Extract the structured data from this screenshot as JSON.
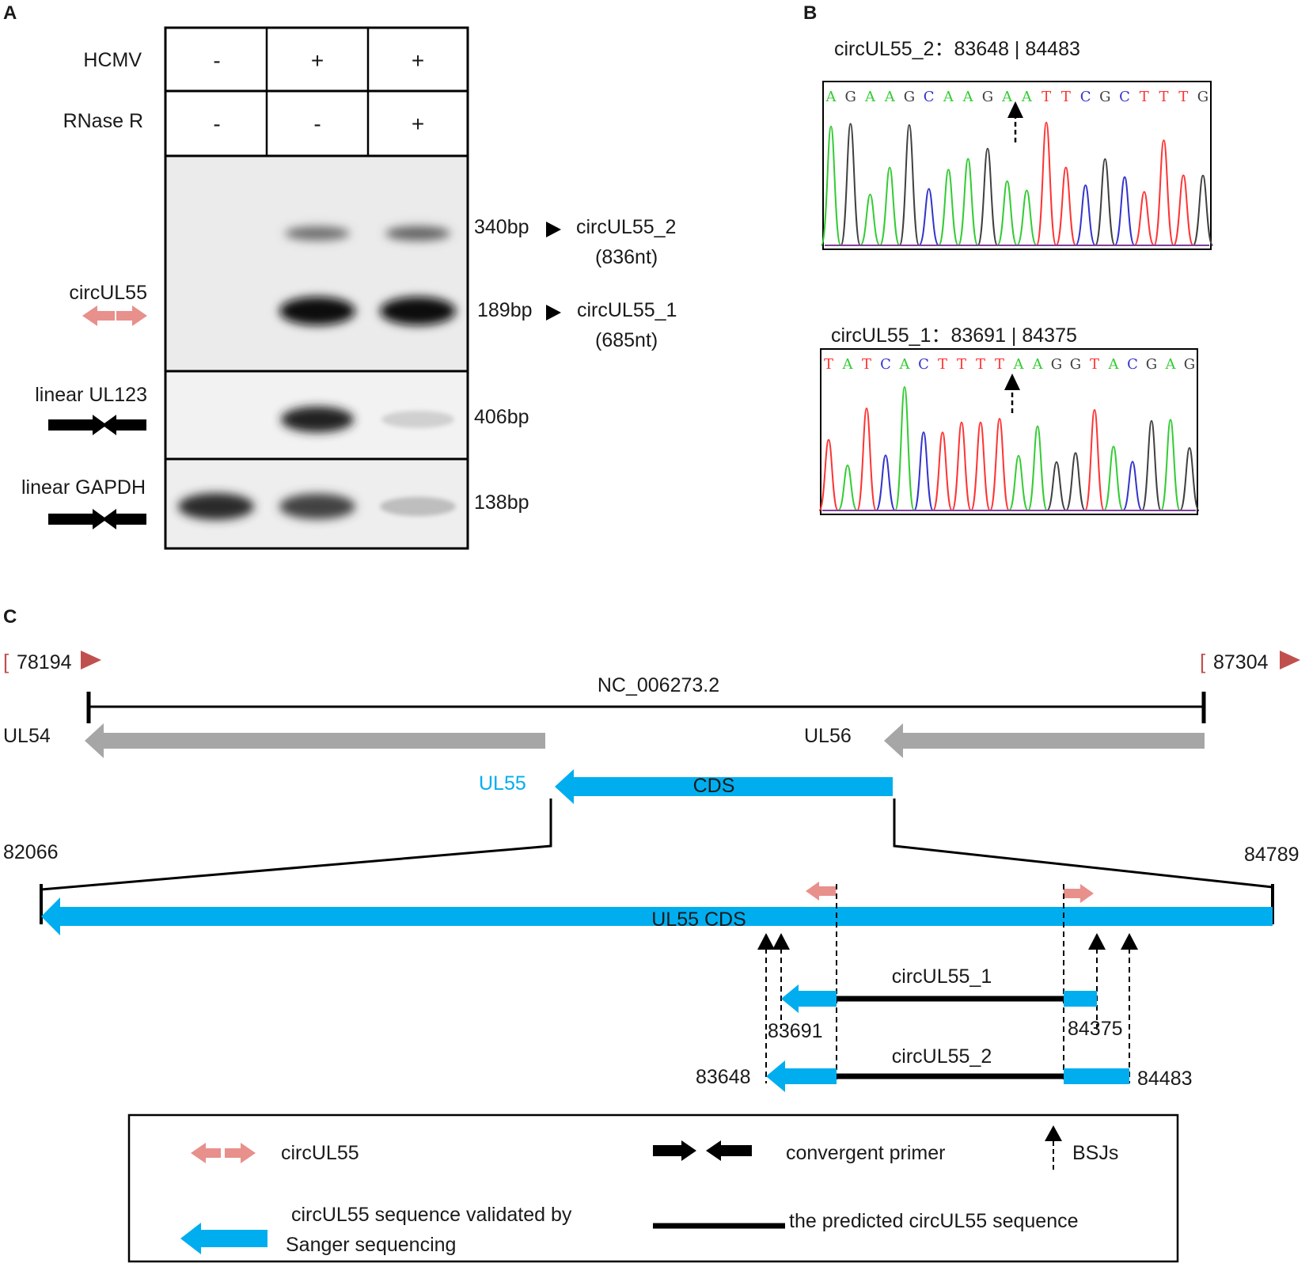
{
  "colors": {
    "circ_primer": "#e8908c",
    "convergent_primer": "#000000",
    "validated_seq": "#00aeef",
    "gene_arrow": "#a6a6a6",
    "genome_marker": "#c0504d",
    "ul55_label": "#00aeef",
    "trace_A": "#33cc33",
    "trace_C": "#3333cc",
    "trace_G": "#404040",
    "trace_T": "#ff3333"
  },
  "panel_a": {
    "letter": "A",
    "header_rows": [
      {
        "label": "HCMV",
        "values": [
          "-",
          "+",
          "+"
        ]
      },
      {
        "label": "RNase R",
        "values": [
          "-",
          "-",
          "+"
        ]
      }
    ],
    "gel_rows": [
      {
        "label": "circUL55",
        "primer_icon": "circ-primer-icon"
      },
      {
        "label": "linear UL123",
        "primer_icon": "convergent-primer-icon"
      },
      {
        "label": "linear GAPDH",
        "primer_icon": "convergent-primer-icon"
      }
    ],
    "band_sizes": [
      "340bp",
      "189bp",
      "406bp",
      "138bp"
    ],
    "band_products": [
      {
        "name": "circUL55_2",
        "length": "(836nt)"
      },
      {
        "name": "circUL55_1",
        "length": "(685nt)"
      }
    ],
    "band_intensity": {
      "circ_340": [
        0,
        0.55,
        0.6
      ],
      "circ_189": [
        0,
        1.0,
        1.0
      ],
      "ul123": [
        0,
        0.9,
        0.12
      ],
      "gapdh": [
        0.85,
        0.75,
        0.2
      ]
    }
  },
  "panel_b": {
    "letter": "B",
    "traces": [
      {
        "title": "circUL55_2：83648 | 84483",
        "bases": "AGAAGCAAGAATTCGCTTTG"
      },
      {
        "title": "circUL55_1：83691 | 84375",
        "bases": "TATCACTTTTAAGGTACGAG"
      }
    ]
  },
  "panel_c": {
    "letter": "C",
    "genome": {
      "start": "78194",
      "end": "87304",
      "accession": "NC_006273.2",
      "genes": [
        "UL54",
        "UL56"
      ],
      "ul55_label": "UL55",
      "cds_label": "CDS"
    },
    "zoom": {
      "start": "82066",
      "end": "84789",
      "cds_label": "UL55 CDS"
    },
    "circs": [
      {
        "name": "circUL55_1",
        "left": "83691",
        "right": "84375"
      },
      {
        "name": "circUL55_2",
        "left": "83648",
        "right": "84483"
      }
    ]
  },
  "legend": {
    "circ_primer": "circUL55",
    "convergent_primer": "convergent primer",
    "bsj": "BSJs",
    "validated_line1": "circUL55 sequence validated by",
    "validated_line2": "Sanger sequencing",
    "predicted": "the predicted circUL55 sequence"
  }
}
